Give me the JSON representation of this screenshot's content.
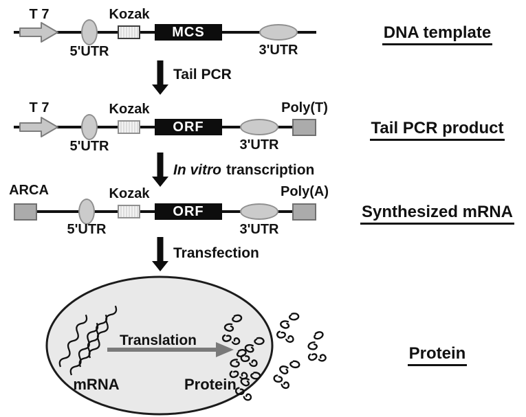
{
  "figure": {
    "background": "#ffffff",
    "colors": {
      "backbone": "#111111",
      "coding_box_fill": "#0d0d0d",
      "coding_box_text": "#ffffff",
      "utr_fill": "#cbcbcb",
      "utr_border": "#8f8f8f",
      "promoter_fill": "#c7c7c7",
      "promoter_border": "#7d7d7d",
      "tail_box_fill": "#ababab",
      "tail_box_border": "#6f6f6f",
      "cell_fill": "#e9e9e9",
      "cell_border": "#1c1c1c",
      "translation_arrow": "#7a7a7a",
      "step_arrow": "#0d0d0d"
    }
  },
  "icons": {
    "t7_promoter_arrow": "block-arrow-right",
    "step_down_arrow": "thick-down-arrow",
    "translation_arrow": "gray-right-arrow",
    "mrna_strands": "wavy-lines",
    "protein_scribble": "tangled-ribbon",
    "cell": "large-ellipse"
  },
  "row1": {
    "title": "DNA template",
    "t7": "T 7",
    "utr5": "5'UTR",
    "kozak": "Kozak",
    "box": "MCS",
    "utr3": "3'UTR"
  },
  "step1": {
    "label": "Tail PCR"
  },
  "row2": {
    "title": "Tail PCR product",
    "t7": "T 7",
    "utr5": "5'UTR",
    "kozak": "Kozak",
    "box": "ORF",
    "utr3": "3'UTR",
    "tail": "Poly(T)"
  },
  "step2": {
    "label_italic": "In vitro",
    "label_plain": "transcription"
  },
  "row3": {
    "title": "Synthesized mRNA",
    "cap": "ARCA",
    "utr5": "5'UTR",
    "kozak": "Kozak",
    "box": "ORF",
    "utr3": "3'UTR",
    "tail": "Poly(A)"
  },
  "step3": {
    "label": "Transfection"
  },
  "cell": {
    "title": "Protein",
    "translation": "Translation",
    "mrna": "mRNA",
    "protein": "Protein"
  }
}
